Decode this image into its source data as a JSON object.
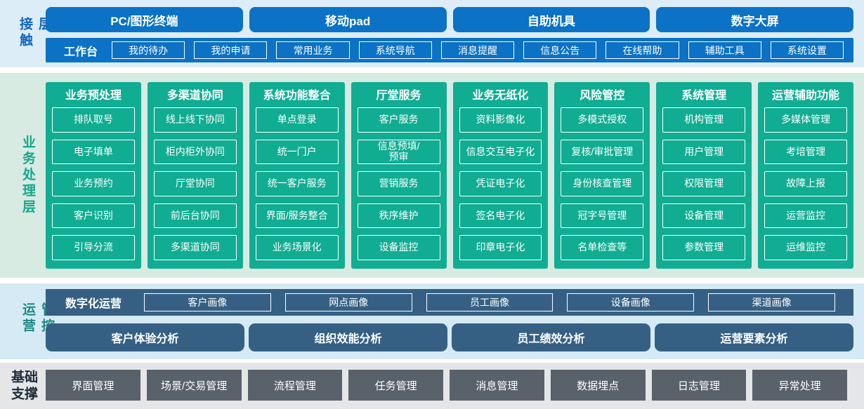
{
  "colors": {
    "primary_blue": "#0b72c6",
    "teal_green": "#10ad93",
    "slate_blue": "#356084",
    "gray_box": "#59626b",
    "band_contact_bg": "#dcedf8",
    "band_business_bg": "#d8ebe3",
    "band_ops_bg": "#d6eaf6",
    "band_foundation_bg": "#e4e6e8",
    "label_blue": "#1266bd",
    "label_green": "#12a88a",
    "label_teal": "#1f8a83",
    "label_dark": "#1d2b36"
  },
  "contact_layer": {
    "label": "接触层",
    "channels": [
      "PC/图形终端",
      "移动pad",
      "自助机具",
      "数字大屏"
    ],
    "workbench": {
      "label": "工作台",
      "items": [
        "我的待办",
        "我的申请",
        "常用业务",
        "系统导航",
        "消息提醒",
        "信息公告",
        "在线帮助",
        "辅助工具",
        "系统设置"
      ]
    }
  },
  "business_layer": {
    "label": "业务处理层",
    "columns": [
      {
        "title": "业务预处理",
        "items": [
          "排队取号",
          "电子填单",
          "业务预约",
          "客户识别",
          "引导分流"
        ]
      },
      {
        "title": "多渠道协同",
        "items": [
          "线上线下协同",
          "柜内柜外协同",
          "厅堂协同",
          "前后台协同",
          "多渠道协同"
        ]
      },
      {
        "title": "系统功能整合",
        "items": [
          "单点登录",
          "统一门户",
          "统一客户服务",
          "界面/服务整合",
          "业务场景化"
        ]
      },
      {
        "title": "厅堂服务",
        "items": [
          "客户服务",
          "信息预填/\n预审",
          "营销服务",
          "秩序维护",
          "设备监控"
        ]
      },
      {
        "title": "业务无纸化",
        "items": [
          "资料影像化",
          "信息交互电子化",
          "凭证电子化",
          "签名电子化",
          "印章电子化"
        ]
      },
      {
        "title": "风险管控",
        "items": [
          "多模式授权",
          "复核/审批管理",
          "身份核查管理",
          "冠字号管理",
          "名单检查等"
        ]
      },
      {
        "title": "系统管理",
        "items": [
          "机构管理",
          "用户管理",
          "权限管理",
          "设备管理",
          "参数管理"
        ]
      },
      {
        "title": "运营辅助功能",
        "items": [
          "多媒体管理",
          "考培管理",
          "故障上报",
          "运营监控",
          "运维监控"
        ]
      }
    ]
  },
  "operations_layer": {
    "label": "运营管控",
    "digital_ops": {
      "label": "数字化运营",
      "items": [
        "客户画像",
        "网点画像",
        "员工画像",
        "设备画像",
        "渠道画像"
      ]
    },
    "analysis": [
      "客户体验分析",
      "组织效能分析",
      "员工绩效分析",
      "运营要素分析"
    ]
  },
  "foundation_layer": {
    "label": "基础\n支撑",
    "items": [
      "界面管理",
      "场景/交易管理",
      "流程管理",
      "任务管理",
      "消息管理",
      "数据埋点",
      "日志管理",
      "异常处理"
    ]
  }
}
